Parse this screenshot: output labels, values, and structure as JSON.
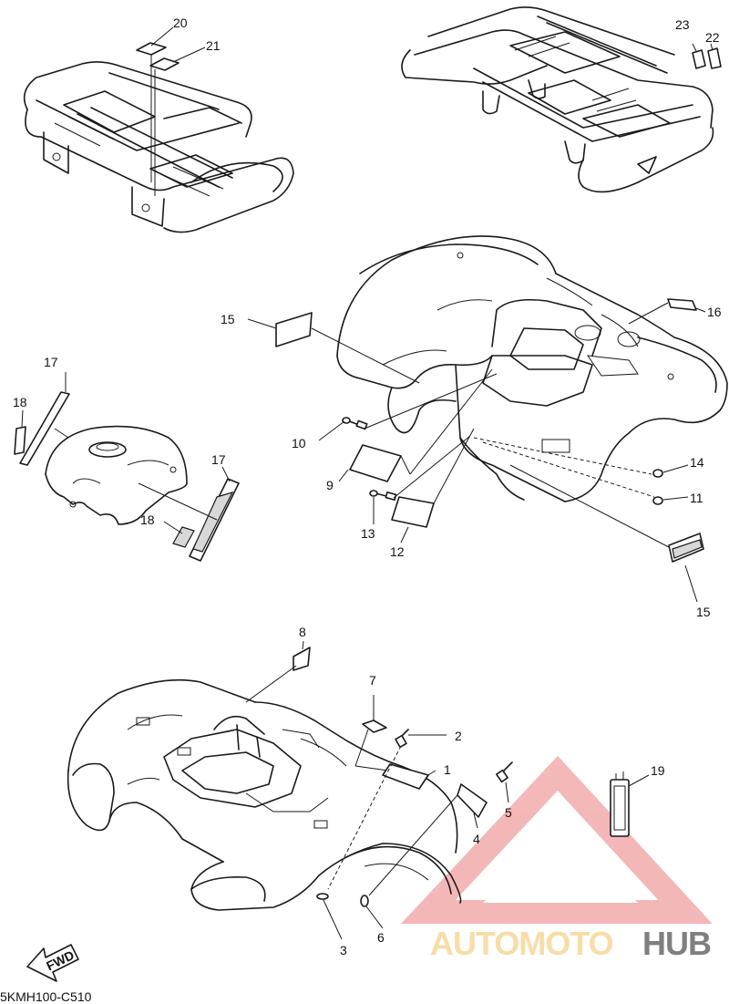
{
  "diagram": {
    "code": "5KMH100-C510",
    "fwd_label": "FWD",
    "callouts": [
      "20",
      "21",
      "23",
      "22",
      "15",
      "16",
      "17",
      "18",
      "10",
      "9",
      "13",
      "12",
      "14",
      "11",
      "17",
      "18",
      "15",
      "8",
      "7",
      "2",
      "1",
      "19",
      "5",
      "4",
      "3",
      "6"
    ]
  },
  "watermark": {
    "part1": "AUTOMOTO",
    "part2": "HUB",
    "color_primary": "#f0a0a0",
    "color_secondary": "#f5d28a",
    "color_dark": "#555555"
  }
}
